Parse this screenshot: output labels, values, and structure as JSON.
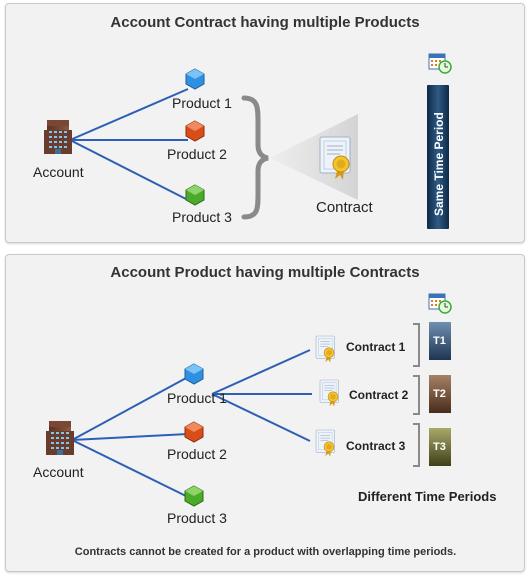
{
  "top": {
    "title": "Account Contract having multiple Products",
    "account_label": "Account",
    "products": [
      "Product 1",
      "Product 2",
      "Product 3"
    ],
    "contract_label": "Contract",
    "period_label": "Same Time Period"
  },
  "bottom": {
    "title": "Account Product having multiple Contracts",
    "account_label": "Account",
    "products": [
      "Product 1",
      "Product 2",
      "Product 3"
    ],
    "contracts": [
      "Contract 1",
      "Contract 2",
      "Contract 3"
    ],
    "periods": [
      "T1",
      "T2",
      "T3"
    ],
    "periods_label": "Different Time Periods",
    "note": "Contracts cannot be created for a product with overlapping time periods."
  },
  "colors": {
    "connector": "#2d5fb5",
    "product1": "#2f8fe0",
    "product2": "#d94d1a",
    "product3": "#4caa2a",
    "bar_dark": "#1a3a5c",
    "t1": "#2c4a6b",
    "t2": "#6b4a35",
    "t3": "#5a5a2a"
  },
  "icons": [
    "building-icon",
    "cube-icon",
    "certificate-icon",
    "calendar-clock-icon"
  ]
}
